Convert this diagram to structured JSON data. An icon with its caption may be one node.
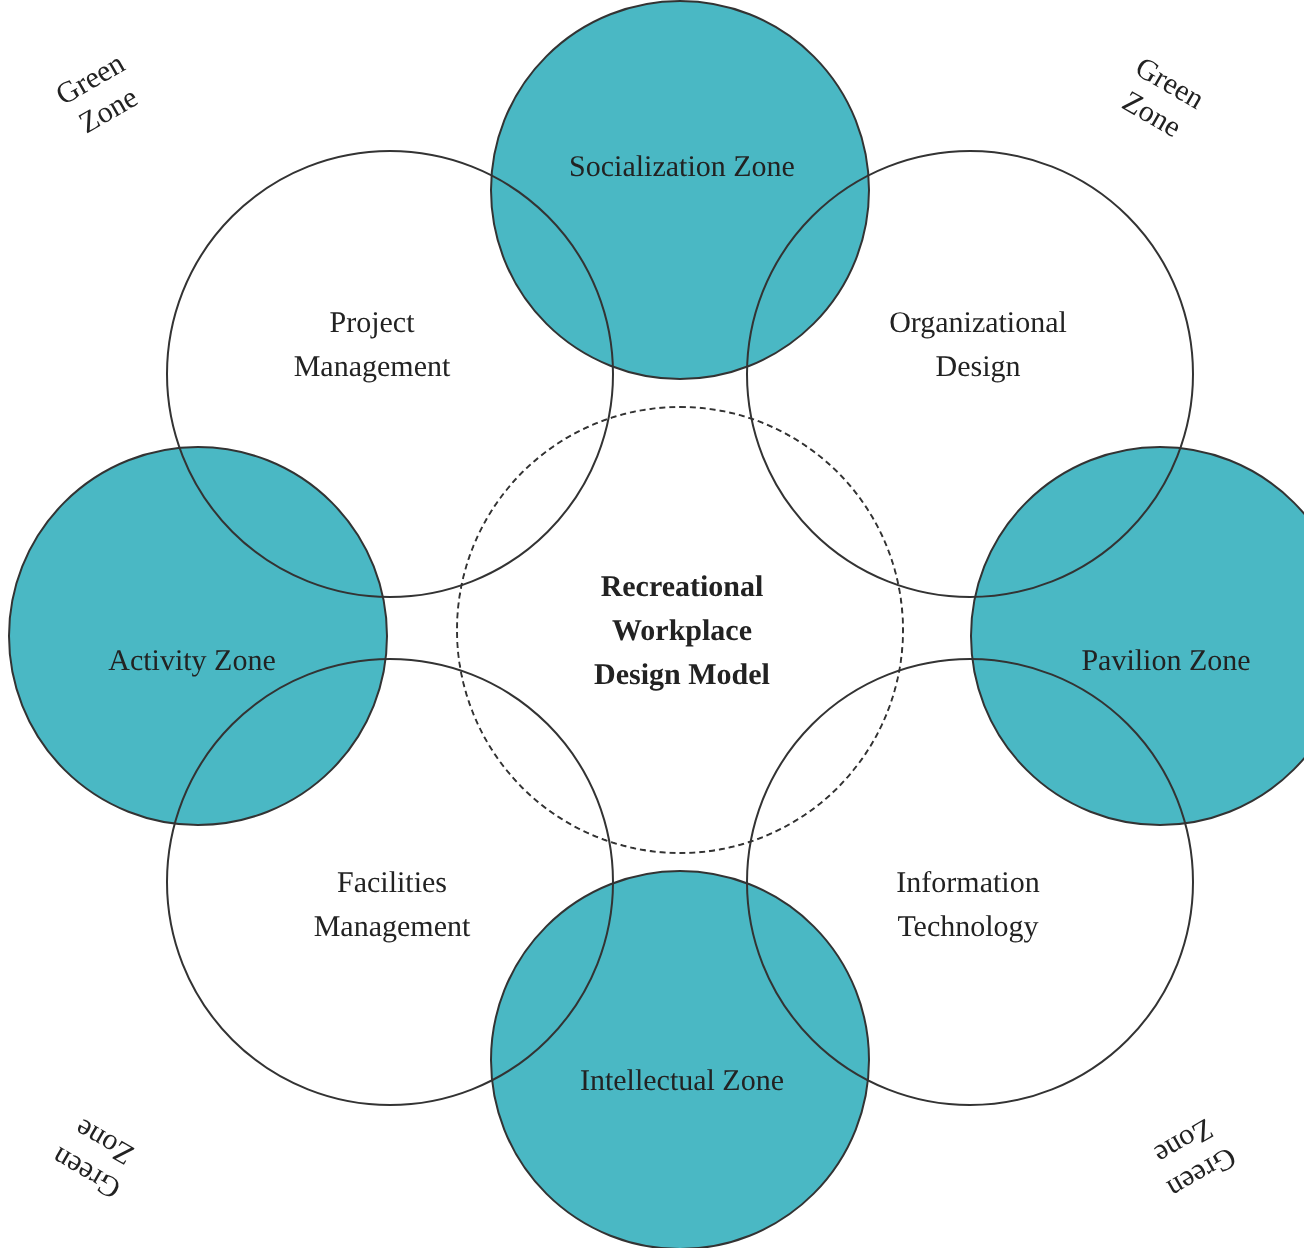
{
  "diagram": {
    "nodes": [
      {
        "text": [
          "Socialization Zone"
        ]
      },
      {
        "text": [
          "Project Management"
        ]
      },
      {
        "text": [
          "Organizational Design"
        ]
      },
      {
        "text": [
          "Recreational Workplace Design Model"
        ]
      },
      {
        "text": [
          "Activity Zone"
        ]
      },
      {
        "text": [
          "Pavilion Zone"
        ]
      },
      {
        "text": [
          "Facilities Management"
        ]
      },
      {
        "text": [
          "Information Technology"
        ]
      },
      {
        "text": [
          "Intellectual Zone"
        ]
      }
    ],
    "labels": [
      "Green Zone",
      "Green Zone",
      "Green Zone",
      "Green Zone"
    ]
  }
}
